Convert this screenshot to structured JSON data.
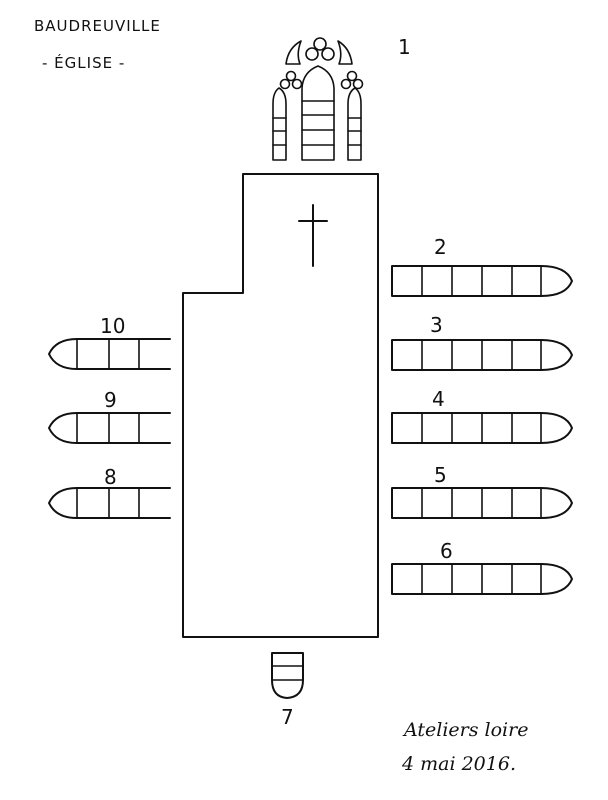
{
  "header": {
    "town": "BAUDREUVILLE",
    "building": "- ÉGLISE -"
  },
  "windows": [
    {
      "number": "1",
      "panes": 5
    },
    {
      "number": "2",
      "panes": 6
    },
    {
      "number": "3",
      "panes": 6
    },
    {
      "number": "4",
      "panes": 6
    },
    {
      "number": "5",
      "panes": 6
    },
    {
      "number": "6",
      "panes": 6
    },
    {
      "number": "7",
      "panes": 2
    },
    {
      "number": "8",
      "panes": 3
    },
    {
      "number": "9",
      "panes": 3
    },
    {
      "number": "10",
      "panes": 3
    }
  ],
  "signature": {
    "line1": "Ateliers loire",
    "line2": "4 mai 2016."
  }
}
